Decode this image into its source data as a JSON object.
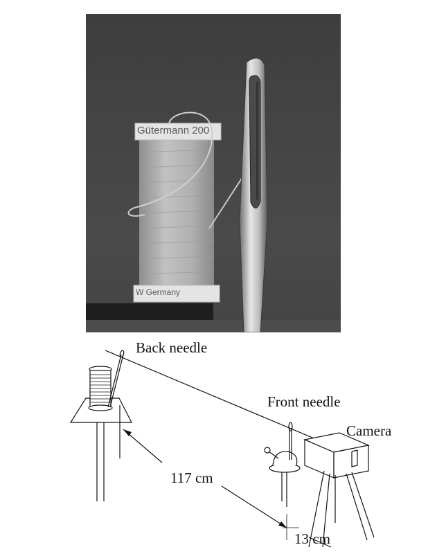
{
  "photo": {
    "spool_top_label": "Gütermann 200",
    "spool_bottom_label": "W Germany"
  },
  "diagram": {
    "back_needle_label": "Back  needle",
    "front_needle_label": "Front needle",
    "camera_label": "Camera",
    "distance_long_label": "117 cm",
    "distance_short_label": "13 cm"
  },
  "colors": {
    "photo_background": "#464646",
    "spool_thread": "#b4b4b4",
    "needle_metal": "#d9d9d9",
    "line_art": "#111111"
  }
}
